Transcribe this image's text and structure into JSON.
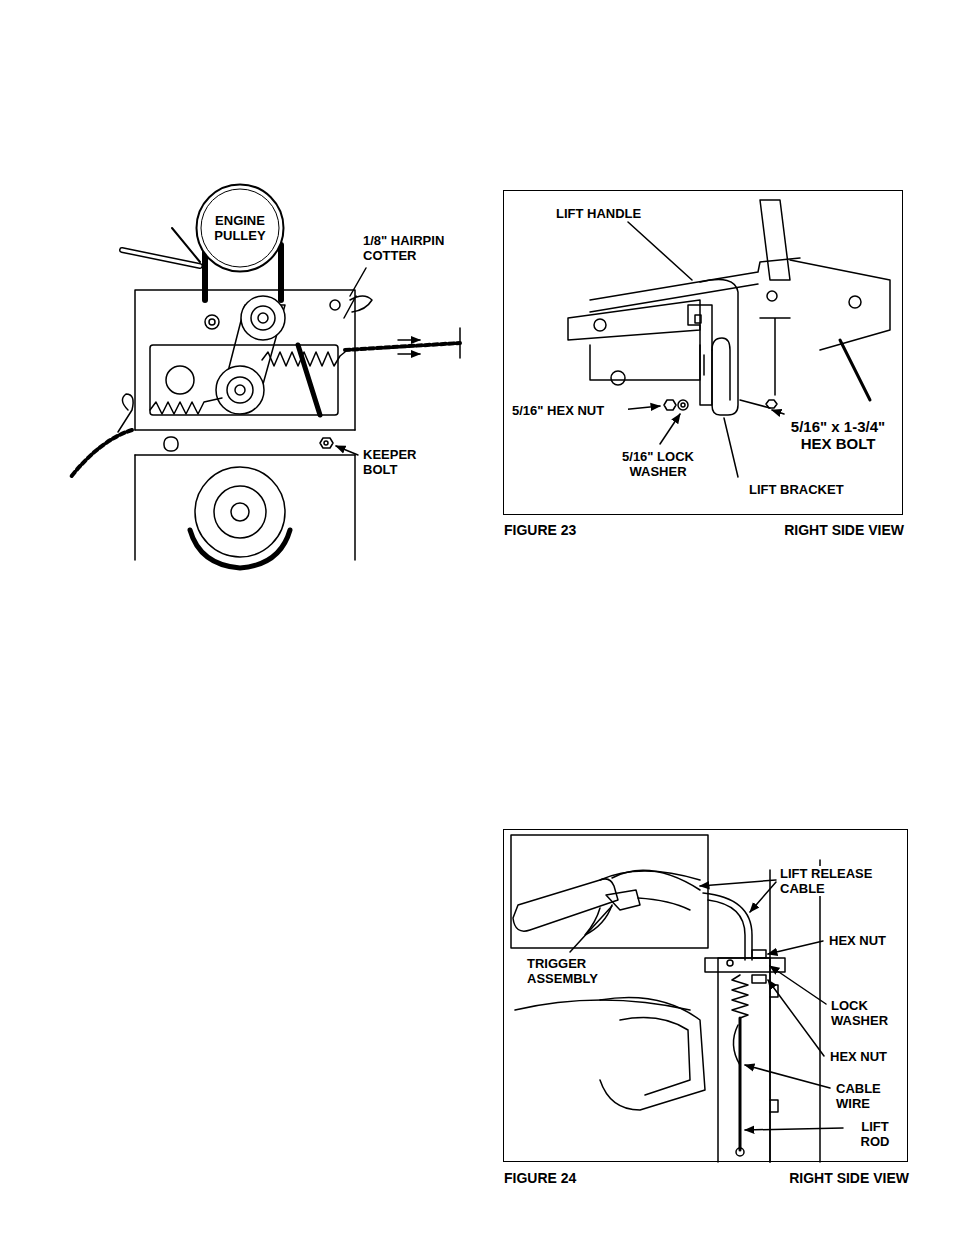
{
  "diagram": {
    "nodes": [
      {
        "text": [
          "LIFT HANDLE",
          "5/16\" HEX NUT",
          "5/16\" LOCK WASHER",
          "LIFT BRACKET",
          "5/16\" x 1-3/4\" HEX BOLT"
        ]
      },
      {
        "text": [
          "LIFT RELEASE CABLE",
          "HEX NUT",
          "LOCK WASHER",
          "HEX NUT",
          "CABLE WIRE",
          "LIFT ROD",
          "TRIGGER ASSEMBLY"
        ]
      },
      {
        "text": [
          "ENGINE PULLEY"
        ]
      }
    ],
    "labels": [
      "1/8\" HAIRPIN COTTER",
      "KEEPER BOLT",
      "FIGURE 23",
      "RIGHT SIDE VIEW",
      "FIGURE 24",
      "RIGHT SIDE VIEW"
    ]
  }
}
